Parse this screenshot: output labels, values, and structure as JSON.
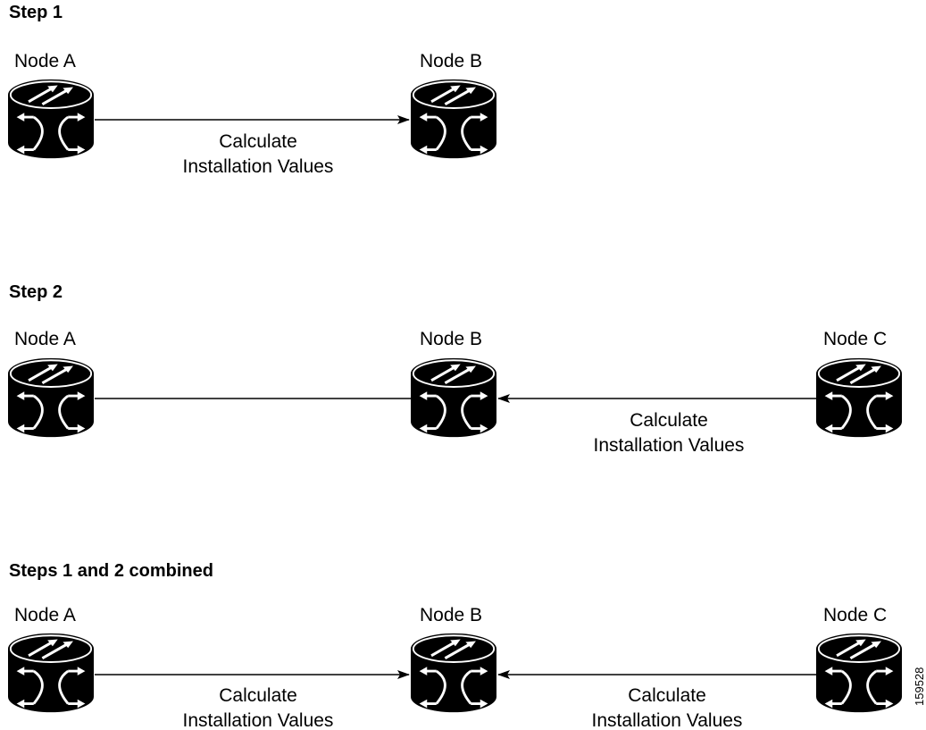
{
  "steps": [
    {
      "title": "Step 1",
      "nodes": [
        {
          "label": "Node A",
          "icon": "router-icon"
        },
        {
          "label": "Node B",
          "icon": "router-icon"
        }
      ],
      "links": [
        {
          "from": "Node A",
          "to": "Node B",
          "direction": "to-b",
          "label_line1": "Calculate",
          "label_line2": "Installation Values"
        }
      ]
    },
    {
      "title": "Step 2",
      "nodes": [
        {
          "label": "Node A",
          "icon": "router-icon"
        },
        {
          "label": "Node B",
          "icon": "router-icon"
        },
        {
          "label": "Node C",
          "icon": "router-icon"
        }
      ],
      "links": [
        {
          "from": "Node A",
          "to": "Node B",
          "direction": "none"
        },
        {
          "from": "Node C",
          "to": "Node B",
          "direction": "to-b",
          "label_line1": "Calculate",
          "label_line2": "Installation Values"
        }
      ]
    },
    {
      "title": "Steps 1 and 2 combined",
      "nodes": [
        {
          "label": "Node A",
          "icon": "router-icon"
        },
        {
          "label": "Node B",
          "icon": "router-icon"
        },
        {
          "label": "Node C",
          "icon": "router-icon"
        }
      ],
      "links": [
        {
          "from": "Node A",
          "to": "Node B",
          "direction": "to-b",
          "label_line1": "Calculate",
          "label_line2": "Installation Values"
        },
        {
          "from": "Node C",
          "to": "Node B",
          "direction": "to-b",
          "label_line1": "Calculate",
          "label_line2": "Installation Values"
        }
      ]
    }
  ],
  "figure_id": "159528"
}
